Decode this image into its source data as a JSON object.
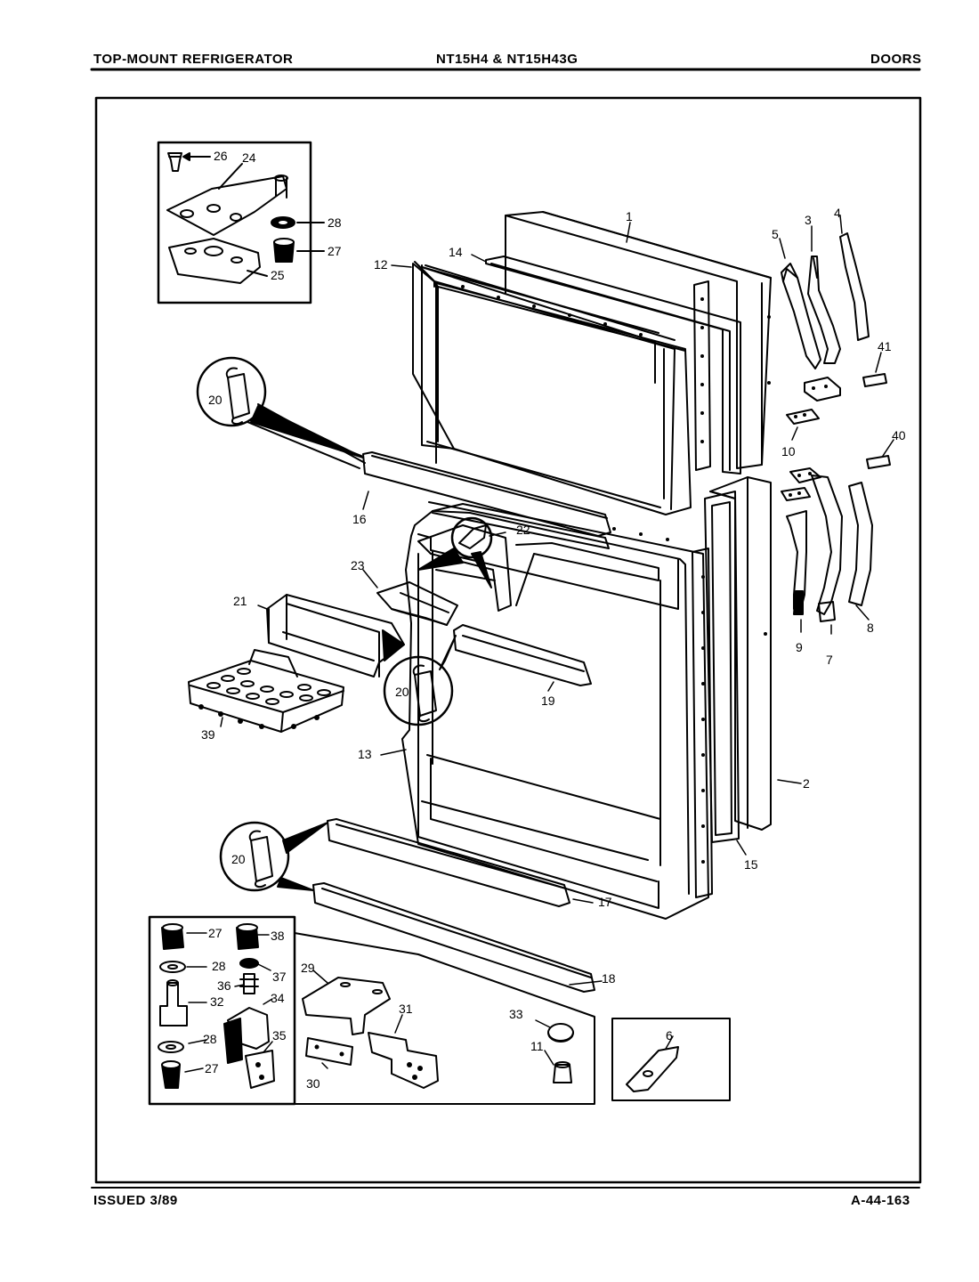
{
  "header": {
    "left": "TOP-MOUNT REFRIGERATOR",
    "center": "NT15H4 & NT15H43G",
    "right": "DOORS"
  },
  "footer": {
    "left": "ISSUED 3/89",
    "right": "A-44-163"
  },
  "callouts": {
    "c1": "1",
    "c2": "2",
    "c3": "3",
    "c4": "4",
    "c5": "5",
    "c6": "6",
    "c7": "7",
    "c8": "8",
    "c9": "9",
    "c10": "10",
    "c11": "11",
    "c12": "12",
    "c13": "13",
    "c14": "14",
    "c15": "15",
    "c16": "16",
    "c17": "17",
    "c18": "18",
    "c19": "19",
    "c20a": "20",
    "c20b": "20",
    "c20c": "20",
    "c21": "21",
    "c22": "22",
    "c23": "23",
    "c24": "24",
    "c25": "25",
    "c26": "26",
    "c27a": "27",
    "c27b": "27",
    "c27c": "27",
    "c28a": "28",
    "c28b": "28",
    "c28c": "28",
    "c29": "29",
    "c30": "30",
    "c31": "31",
    "c32": "32",
    "c33": "33",
    "c34": "34",
    "c35": "35",
    "c36": "36",
    "c37": "37",
    "c38": "38",
    "c39": "39",
    "c40": "40",
    "c41": "41"
  }
}
